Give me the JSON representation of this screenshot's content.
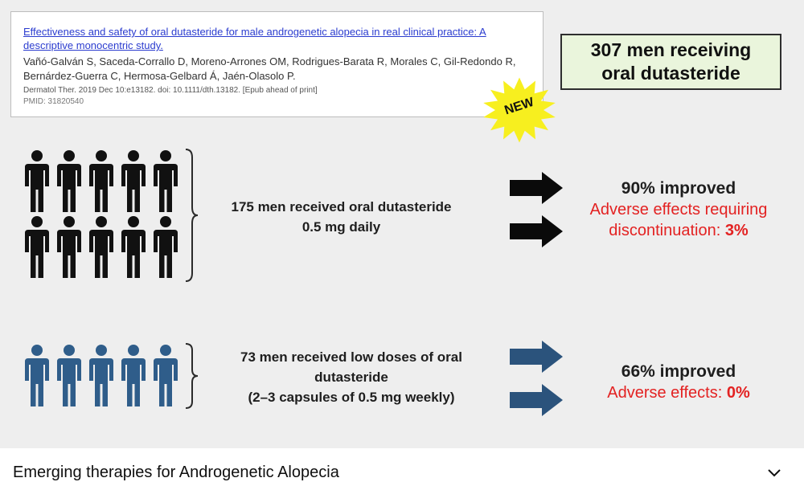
{
  "citation": {
    "title": "Effectiveness and safety of oral dutasteride for male androgenetic alopecia in real clinical practice: A descriptive monocentric study.",
    "authors": "Vañó-Galván S, Saceda-Corrallo D, Moreno-Arrones OM, Rodrigues-Barata R, Morales C, Gil-Redondo R, Bernárdez-Guerra C, Hermosa-Gelbard Á, Jaén-Olasolo P.",
    "journal": "Dermatol Ther. 2019 Dec 10:e13182. doi: 10.1111/dth.13182. [Epub ahead of print]",
    "pmid": "PMID: 31820540"
  },
  "summary_box": {
    "line1": "307 men receiving",
    "line2": "oral dutasteride"
  },
  "badge": {
    "label": "NEW",
    "color": "#f7ef1f"
  },
  "groups": [
    {
      "people_count": 10,
      "people_color": "#111111",
      "arrow_color": "#0a0a0a",
      "text_lines": [
        "175 men received oral dutasteride",
        "0.5 mg daily"
      ],
      "improved": "90% improved",
      "adverse_text": "Adverse effects requiring",
      "adverse_line2": "discontinuation: ",
      "adverse_pct": "3%"
    },
    {
      "people_count": 5,
      "people_color": "#2f5d8a",
      "arrow_color": "#2b537c",
      "text_lines": [
        "73 men received low doses of oral",
        "dutasteride",
        "(2–3 capsules of 0.5 mg weekly)"
      ],
      "improved": "66% improved",
      "adverse_text": "Adverse effects: ",
      "adverse_pct": "0%"
    }
  ],
  "colors": {
    "adverse_red": "#e32222",
    "summary_bg": "#eaf5dc"
  },
  "video": {
    "title": "Emerging therapies for Androgenetic Alopecia",
    "expand_icon": "chevron-down-icon"
  }
}
